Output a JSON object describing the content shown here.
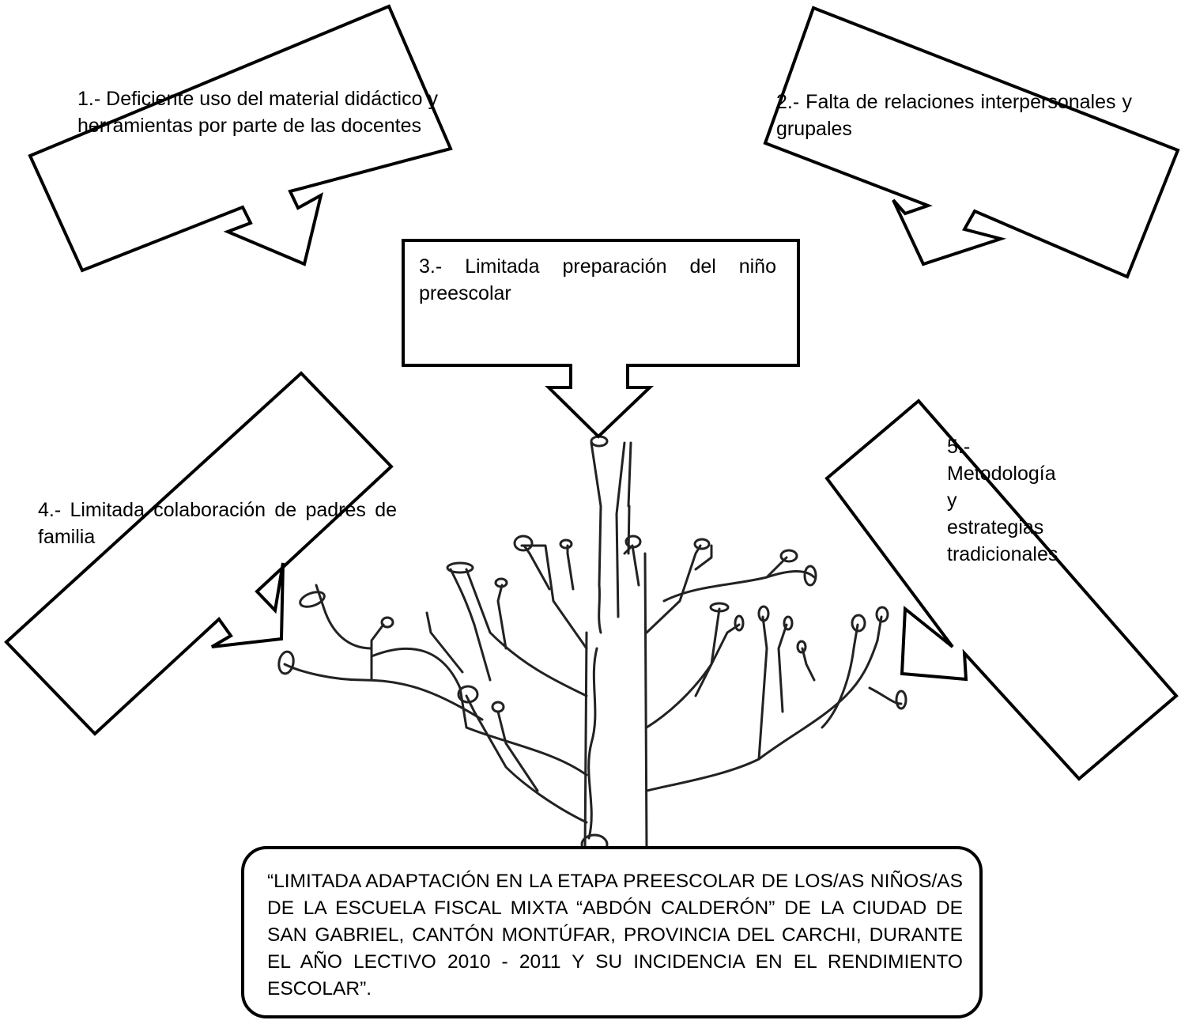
{
  "causes": [
    {
      "text": "1.- Deficiente uso del material didáctico y herramientas por parte de las docentes"
    },
    {
      "text": "2.- Falta de relaciones interpersonales y grupales"
    },
    {
      "text": "3.- Limitada preparación del niño preescolar"
    },
    {
      "text": "4.- Limitada colaboración de padres de familia"
    },
    {
      "text": "5.- Metodología y estrategias tradicionales"
    }
  ],
  "problem": {
    "text": "“LIMITADA ADAPTACIÓN EN LA ETAPA PREESCOLAR DE LOS/AS NIÑOS/AS DE LA ESCUELA FISCAL MIXTA “ABDÓN CALDERÓN” DE LA CIUDAD DE SAN GABRIEL, CANTÓN MONTÚFAR, PROVINCIA DEL CARCHI, DURANTE EL AÑO LECTIVO 2010 - 2011 Y SU INCIDENCIA EN EL RENDIMIENTO ESCOLAR”."
  },
  "colors": {
    "stroke": "#000000",
    "background": "#ffffff",
    "tree": "#444444"
  }
}
